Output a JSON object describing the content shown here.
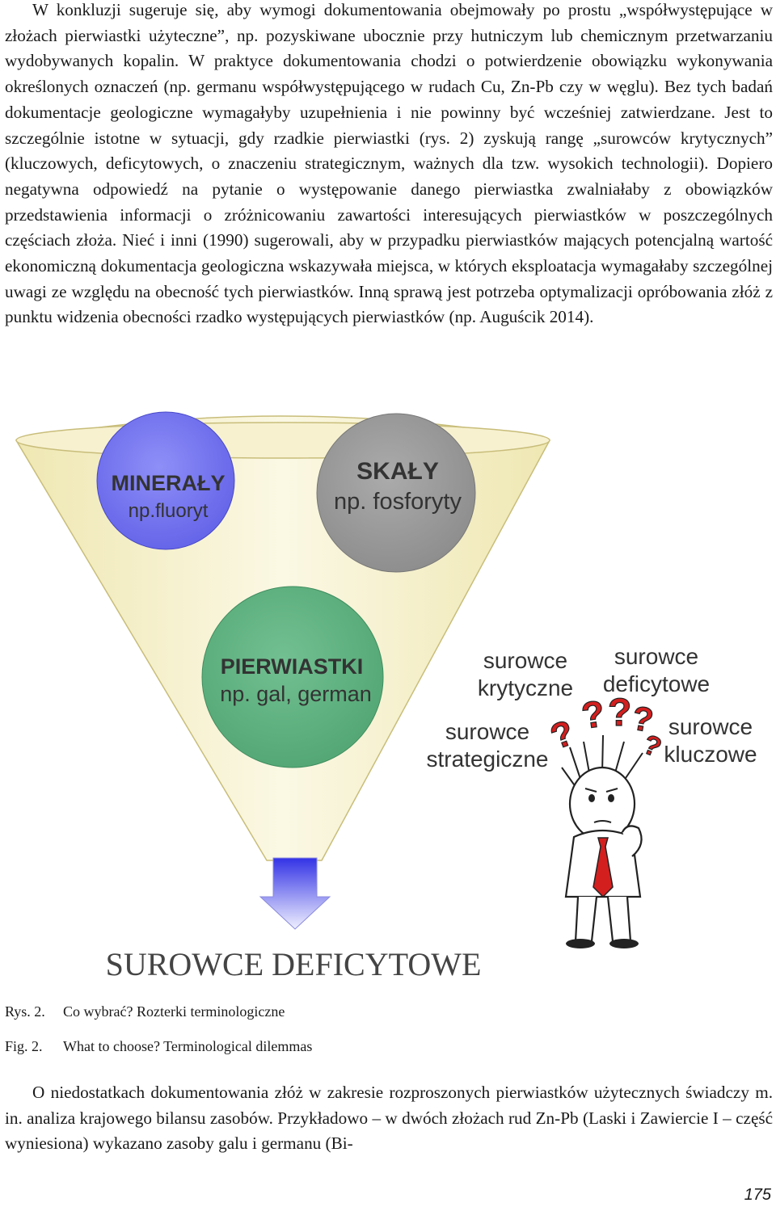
{
  "paragraphs": {
    "top": "W konkluzji sugeruje się, aby wymogi dokumentowania obejmowały po prostu „współwystępujące w złożach pierwiastki użyteczne”, np. pozyskiwane ubocznie przy hutniczym lub chemicznym przetwarzaniu wydobywanych kopalin. W praktyce dokumentowania chodzi o potwierdzenie obowiązku wykonywania określonych oznaczeń (np. germanu współwystępującego w rudach Cu, Zn-Pb czy w węglu). Bez tych badań dokumentacje geologiczne wymagałyby uzupełnienia i nie powinny być wcześniej zatwierdzane. Jest to szczególnie istotne w sytuacji, gdy rzadkie pierwiastki (rys. 2) zyskują rangę „surowców krytycznych” (kluczowych, deficytowych, o znaczeniu strategicznym, ważnych dla tzw. wysokich technologii). Dopiero negatywna odpowiedź na pytanie o występowanie danego pierwiastka zwalniałaby z obowiązków przedstawienia informacji o zróżnicowaniu zawartości interesujących pierwiastków w poszczególnych częściach złoża. Nieć i inni (1990) sugerowali, aby w przypadku pierwiastków mających potencjalną wartość ekonomiczną dokumentacja geologiczna wskazywała miejsca, w których eksploatacja wymagałaby szczególnej uwagi ze względu na obecność tych pierwiastków. Inną sprawą jest potrzeba optymalizacji opróbowania złóż z punktu widzenia obecności rzadko występujących pierwiastków (np. Auguścik 2014).",
    "bottom": "O niedostatkach dokumentowania złóż w zakresie rozproszonych pierwiastków użytecznych świadczy m. in. analiza krajowego bilansu zasobów. Przykładowo – w dwóch złożach rud Zn-Pb (Laski i Zawiercie I – część wyniesiona) wykazano zasoby galu i germanu (Bi-"
  },
  "figure": {
    "circle_minerals": {
      "title": "MINERAŁY",
      "subtitle": "np.fluoryt",
      "color": "#7b7bf2"
    },
    "circle_rocks": {
      "title": "SKAŁY",
      "subtitle": "np. fosforyty",
      "color": "#9e9e9e"
    },
    "circle_elements": {
      "title": "PIERWIASTKI",
      "subtitle": "np. gal, german",
      "color": "#63b384"
    },
    "funnel_color": "#f3efcc",
    "labels": {
      "critical_1": "surowce",
      "critical_2": "krytyczne",
      "deficit_1": "surowce",
      "deficit_2": "deficytowe",
      "strategic_1": "surowce",
      "strategic_2": "strategiczne",
      "key_1": "surowce",
      "key_2": "kluczowe"
    },
    "question_marks": [
      "?",
      "?",
      "?",
      "?",
      "?"
    ],
    "result": "SUROWCE DEFICYTOWE"
  },
  "captions": {
    "pl": {
      "label": "Rys. 2.",
      "text": "Co wybrać? Rozterki terminologiczne"
    },
    "en": {
      "label": "Fig. 2.",
      "text": "What to choose? Terminological dilemmas"
    }
  },
  "page_number": "175"
}
